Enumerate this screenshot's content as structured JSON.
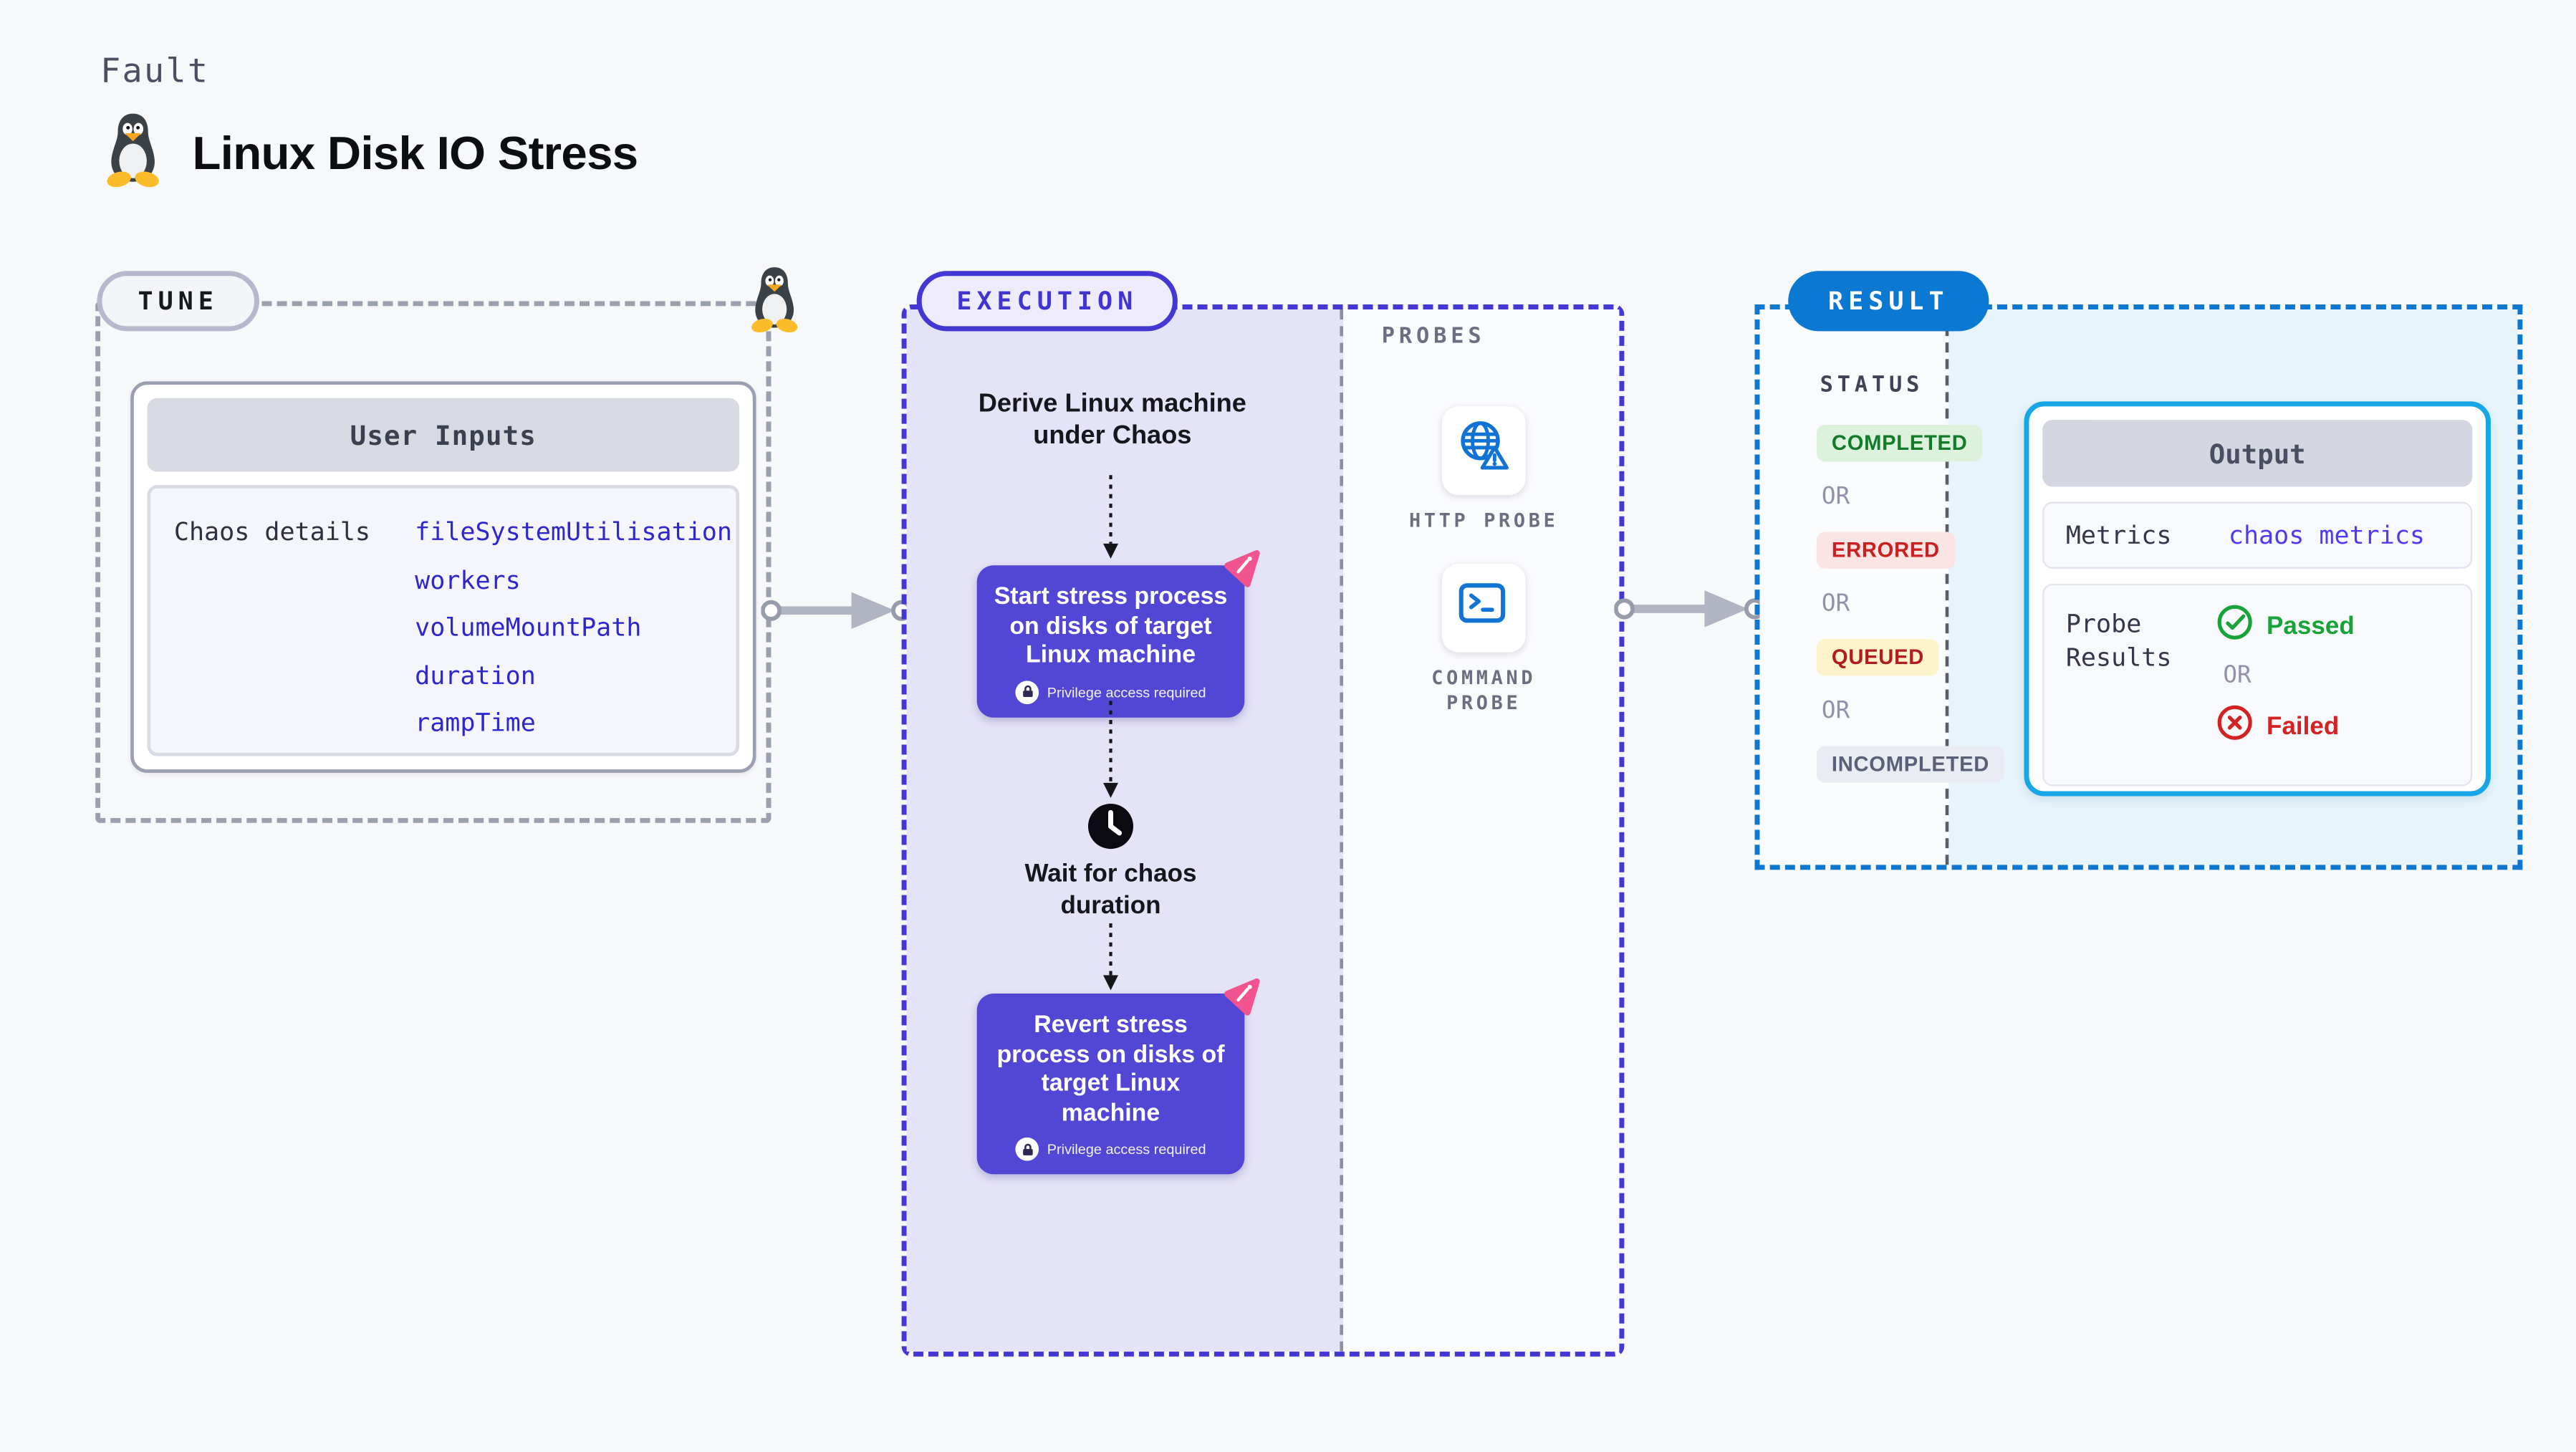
{
  "page": {
    "fault_label": "Fault",
    "title": "Linux Disk IO Stress"
  },
  "tune": {
    "label": "TUNE",
    "card_header": "User Inputs",
    "row_label": "Chaos details",
    "params": [
      "fileSystemUtilisation",
      "workers",
      "volumeMountPath",
      "duration",
      "rampTime"
    ]
  },
  "execution": {
    "label": "EXECUTION",
    "derive_text": "Derive Linux machine under Chaos",
    "node1_text": "Start stress process on disks of target Linux machine",
    "privilege_note": "Privilege access required",
    "wait_text": "Wait for chaos duration",
    "node2_text": "Revert stress process on disks of target Linux machine"
  },
  "probes": {
    "label": "PROBES",
    "items": [
      {
        "name": "HTTP PROBE",
        "icon": "globe-alert-icon"
      },
      {
        "name": "COMMAND PROBE",
        "icon": "terminal-icon"
      }
    ]
  },
  "result": {
    "label": "RESULT",
    "status_label": "STATUS",
    "statuses": [
      {
        "text": "COMPLETED",
        "type": "completed"
      },
      {
        "text": "OR",
        "type": "or"
      },
      {
        "text": "ERRORED",
        "type": "errored"
      },
      {
        "text": "OR",
        "type": "or"
      },
      {
        "text": "QUEUED",
        "type": "queued"
      },
      {
        "text": "OR",
        "type": "or"
      },
      {
        "text": "INCOMPLETED",
        "type": "incompleted"
      }
    ],
    "output": {
      "header": "Output",
      "metrics_label": "Metrics",
      "metrics_value": "chaos metrics",
      "probe_results_label": "Probe Results",
      "passed": "Passed",
      "or": "OR",
      "failed": "Failed"
    }
  },
  "icons": {
    "header_icon": "tux-penguin-icon",
    "tune_corner_icon": "tux-penguin-icon",
    "node_badge": "chaos-burst-icon",
    "privilege": "lock-icon",
    "wait": "clock-icon",
    "http_probe": "globe-alert-icon",
    "command_probe": "terminal-icon",
    "passed": "check-circle-icon",
    "failed": "x-circle-icon"
  },
  "colors": {
    "page_bg": "#f7f8fa",
    "node_purple": "#5246d5",
    "chaos_pink": "#f1548e",
    "lavender_bg": "#e5e3f8",
    "execution_accent": "#4338d4",
    "result_accent": "#0b78d2",
    "output_border": "#16a7e4",
    "output_area_bg": "#e7f4fb",
    "probe_icon_blue": "#1173d4",
    "param_blue": "#2e27cd",
    "passed_green": "#18a338",
    "failed_red": "#d32222",
    "completed_green": "#127c28",
    "queued_amber_bg": "#fcf2cb",
    "incompleted_gray": "#596078"
  }
}
